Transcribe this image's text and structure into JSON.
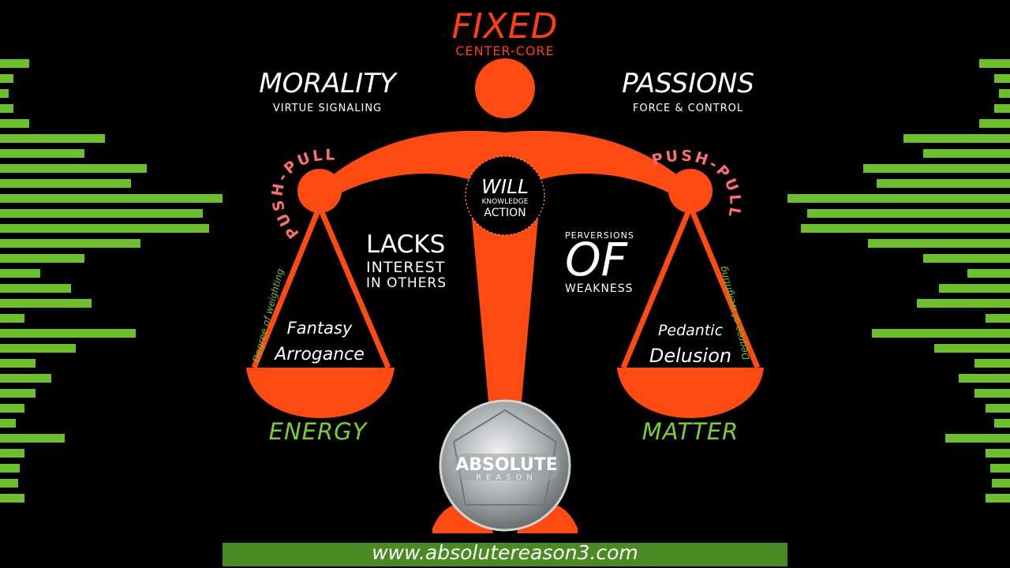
{
  "colors": {
    "accent": "#ff4a12",
    "green": "#6cc02a",
    "background": "#000000"
  },
  "header": {
    "title": "FIXED",
    "subtitle": "CENTER-CORE"
  },
  "left_side": {
    "title": "MORALITY",
    "subtitle": "VIRTUE SIGNALING",
    "arc_label": "PUSH-PULL",
    "weight_label": "Degree of weighting",
    "pan_line1": "Fantasy",
    "pan_line2": "Arrogance",
    "base_label": "ENERGY"
  },
  "right_side": {
    "title": "PASSIONS",
    "subtitle": "FORCE & CONTROL",
    "arc_label": "PUSH-PULL",
    "weight_label": "Degree of weighting",
    "pan_line1": "Pedantic",
    "pan_line2": "Delusion",
    "base_label": "MATTER"
  },
  "center": {
    "will": "WILL",
    "knowledge": "KNOWLEDGE",
    "action": "ACTION"
  },
  "middle_left": {
    "line1": "LACKS",
    "line2": "INTEREST",
    "line3": "IN OTHERS"
  },
  "middle_right": {
    "line1": "PERVERSIONS",
    "line2": "OF",
    "line3": "WEAKNESS"
  },
  "logo": {
    "text1": "ABSOLUTE",
    "text2": "REASON"
  },
  "footer": {
    "url": "www.absolutereason3.com"
  },
  "bars": {
    "left": [
      0.13,
      0.06,
      0.04,
      0.06,
      0.13,
      0.47,
      0.38,
      0.66,
      0.59,
      1.0,
      0.91,
      0.94,
      0.63,
      0.38,
      0.18,
      0.32,
      0.41,
      0.11,
      0.61,
      0.34,
      0.16,
      0.23,
      0.16,
      0.11,
      0.07,
      0.29,
      0.11,
      0.09,
      0.08,
      0.11
    ],
    "right": [
      0.14,
      0.07,
      0.05,
      0.07,
      0.14,
      0.48,
      0.39,
      0.66,
      0.6,
      1.0,
      0.91,
      0.94,
      0.64,
      0.39,
      0.19,
      0.32,
      0.42,
      0.11,
      0.62,
      0.34,
      0.16,
      0.23,
      0.16,
      0.11,
      0.07,
      0.29,
      0.11,
      0.09,
      0.08,
      0.11
    ]
  }
}
